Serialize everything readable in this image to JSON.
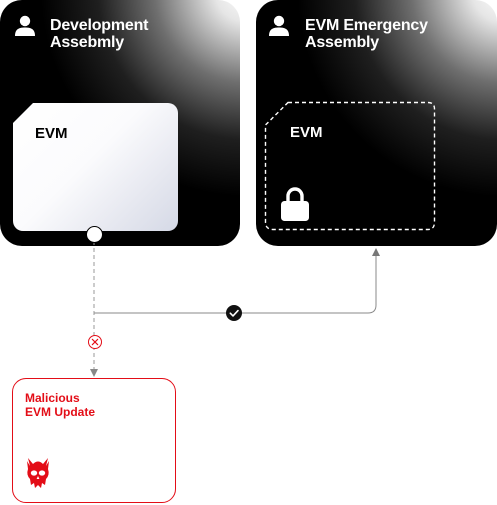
{
  "development": {
    "title": "Development\nAssebmly",
    "evm_label": "EVM"
  },
  "emergency": {
    "title": "EVM Emergency\nAssembly",
    "evm_label": "EVM"
  },
  "malicious": {
    "title": "Malicious\nEVM Update"
  },
  "colors": {
    "card_dark": "#000000",
    "danger_red": "#e30d17",
    "connector_gray": "#9a9a9a",
    "approve_black": "#111111"
  },
  "icons": [
    "person-icon",
    "lock-icon",
    "check-icon",
    "x-icon",
    "skull-icon",
    "arrow-icon"
  ]
}
